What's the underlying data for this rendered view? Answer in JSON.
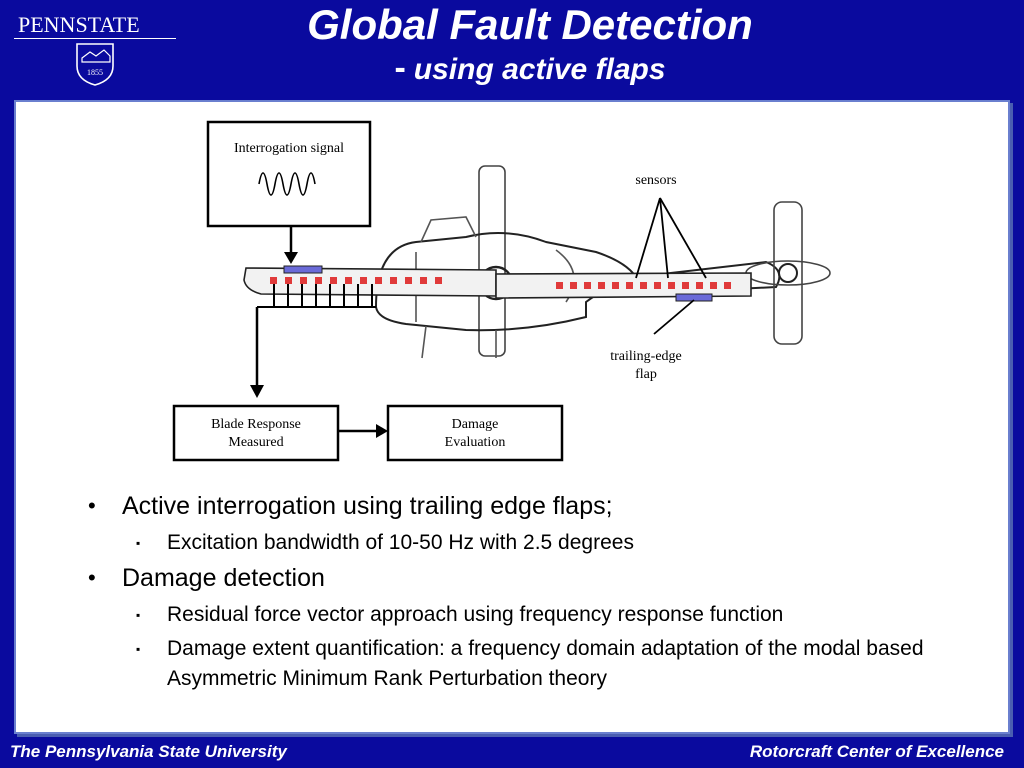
{
  "logo": {
    "wordmark": "PENNSTATE",
    "year": "1855"
  },
  "title": "Global Fault Detection",
  "subtitle": {
    "dash": "-",
    "text": "using active flaps"
  },
  "diagram": {
    "interrogation_label": "Interrogation signal",
    "sensors_label": "sensors",
    "flap_label_line1": "trailing-edge",
    "flap_label_line2": "flap",
    "box1_line1": "Blade Response",
    "box1_line2": "Measured",
    "box2_line1": "Damage",
    "box2_line2": "Evaluation",
    "sensor_color": "#e03a3a",
    "flap_color": "#6a6ad8"
  },
  "bullets": [
    {
      "text": "Active interrogation using trailing edge flaps;",
      "subs": [
        "Excitation bandwidth of 10-50 Hz with 2.5 degrees"
      ]
    },
    {
      "text": "Damage detection",
      "subs": [
        "Residual force vector approach using  frequency response function",
        "Damage extent quantification: a frequency domain adaptation of the modal based Asymmetric Minimum Rank Perturbation theory"
      ]
    }
  ],
  "bullet_symbols": {
    "main": "•",
    "sub": "▪"
  },
  "footer": {
    "left": "The Pennsylvania State University",
    "right": "Rotorcraft Center of Excellence"
  },
  "colors": {
    "background": "#0a0a9e",
    "panel": "#ffffff"
  }
}
